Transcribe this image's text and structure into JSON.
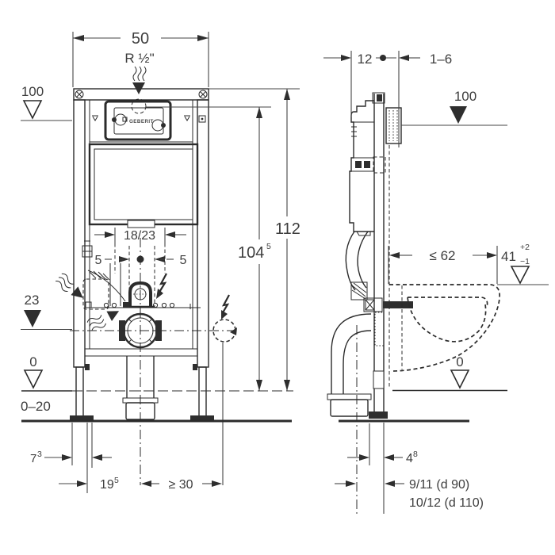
{
  "drawing": {
    "brand_label": "GEBERIT",
    "front": {
      "width": "50",
      "water_supply": "R ½\"",
      "actuator_level": "100",
      "frame_height": "112",
      "supply_height": {
        "v": "104",
        "sup": "5"
      },
      "bracket_spacing": "18/23",
      "adjust_left": "5",
      "adjust_right": "5",
      "outlet_level": "23",
      "floor_level": "0",
      "floor_range": "0–20",
      "anchor_width": {
        "v": "7",
        "sup": "3"
      },
      "anchor_center": {
        "v": "19",
        "sup": "5"
      },
      "socket_min": "≥ 30"
    },
    "side": {
      "frame_depth": "12",
      "wall_thickness": "1–6",
      "actuator_level": "100",
      "bowl_max_depth": "≤ 62",
      "seat_height": {
        "v": "41",
        "sup": "+2",
        "sub": "−1"
      },
      "floor_level": "0",
      "drain_offset": {
        "v": "4",
        "sup": "8"
      },
      "drain_dist_d90": "9/11  (d 90)",
      "drain_dist_d110": "10/12 (d 110)"
    }
  }
}
